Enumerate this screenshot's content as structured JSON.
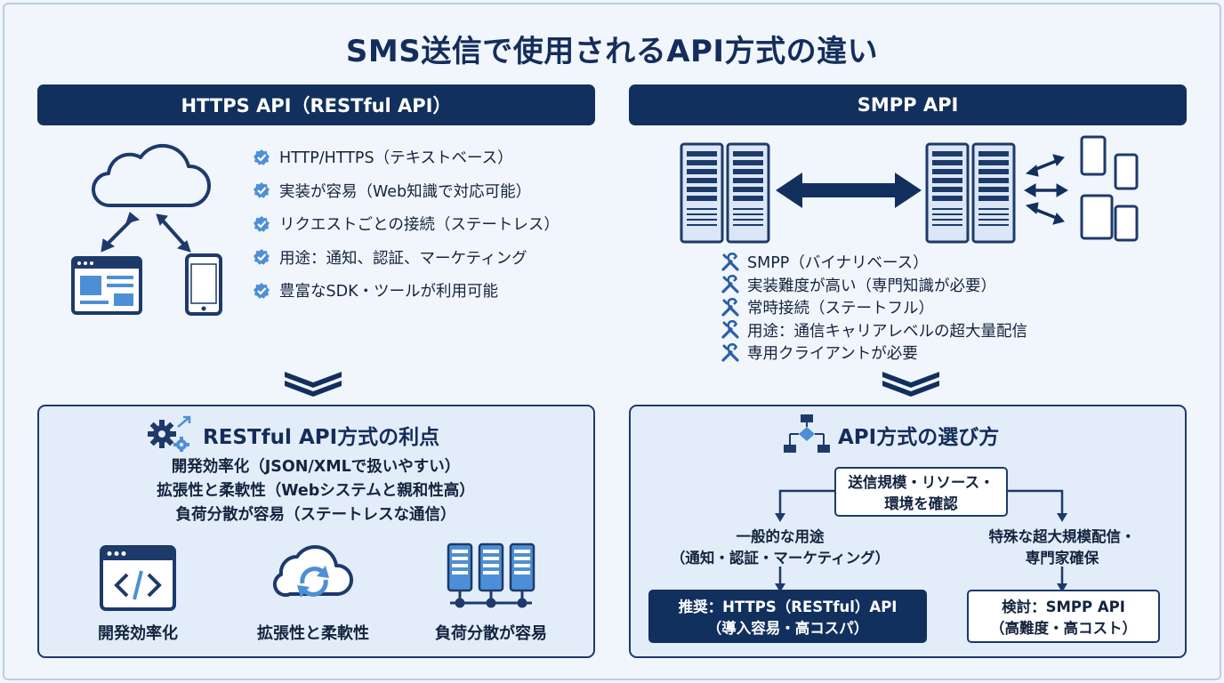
{
  "title": "SMS送信で使用されるAPI方式の違い",
  "left": {
    "header": "HTTPS API（RESTful API）",
    "features": [
      "HTTP/HTTPS（テキストベース）",
      "実装が容易（Web知識で対応可能）",
      "リクエストごとの接続（ステートレス）",
      "用途：通知、認証、マーケティング",
      "豊富なSDK・ツールが利用可能"
    ],
    "panel": {
      "title": "RESTful API方式の利点",
      "benefits": [
        "開発効率化（JSON/XMLで扱いやすい）",
        "拡張性と柔軟性（Webシステムと親和性高）",
        "負荷分散が容易（ステートレスな通信）"
      ],
      "icons": [
        {
          "icon": "code-window-icon",
          "label": "開発効率化"
        },
        {
          "icon": "cloud-sync-icon",
          "label": "拡張性と柔軟性"
        },
        {
          "icon": "server-cluster-icon",
          "label": "負荷分散が容易"
        }
      ]
    }
  },
  "right": {
    "header": "SMPP API",
    "features": [
      "SMPP（バイナリベース）",
      "実装難度が高い（専門知識が必要）",
      "常時接続（ステートフル）",
      "用途：通信キャリアレベルの超大量配信",
      "専用クライアントが必要"
    ],
    "panel": {
      "title": "API方式の選び方",
      "start_line1": "送信規模・リソース・",
      "start_line2": "環境を確認",
      "left_branch_line1": "一般的な用途",
      "left_branch_line2": "（通知・認証・マーケティング）",
      "right_branch_line1": "特殊な超大規模配信・",
      "right_branch_line2": "専門家確保",
      "left_result_line1": "推奨：HTTPS（RESTful）API",
      "left_result_line2": "（導入容易・高コスパ）",
      "right_result_line1": "検討：SMPP API",
      "right_result_line2": "（高難度・高コスト）"
    }
  },
  "colors": {
    "navy": "#12305e",
    "panel_bg": "#e3edf9",
    "page_bg": "#f1f6fc",
    "accent_blue": "#4d8fd6"
  }
}
